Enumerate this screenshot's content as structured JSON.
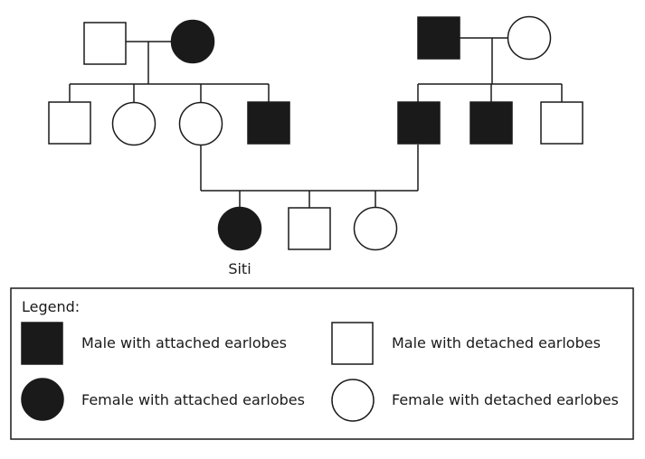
{
  "colors": {
    "affected": "#1a1a1a",
    "unaffected": "#ffffff",
    "stroke": "#1a1a1a"
  },
  "pedigree": {
    "individuals": [
      {
        "id": "gen1-left-male",
        "sex": "male",
        "affected": false
      },
      {
        "id": "gen1-left-female",
        "sex": "female",
        "affected": true
      },
      {
        "id": "gen1-right-male",
        "sex": "male",
        "affected": true
      },
      {
        "id": "gen1-right-female",
        "sex": "female",
        "affected": false
      },
      {
        "id": "gen2-left-male-1",
        "sex": "male",
        "affected": false
      },
      {
        "id": "gen2-left-female-1",
        "sex": "female",
        "affected": false
      },
      {
        "id": "gen2-left-female-2",
        "sex": "female",
        "affected": false
      },
      {
        "id": "gen2-left-male-2",
        "sex": "male",
        "affected": true
      },
      {
        "id": "gen2-right-male-1",
        "sex": "male",
        "affected": true
      },
      {
        "id": "gen2-right-male-2",
        "sex": "male",
        "affected": true
      },
      {
        "id": "gen2-right-male-3",
        "sex": "male",
        "affected": false
      },
      {
        "id": "gen3-female-siti",
        "sex": "female",
        "affected": true
      },
      {
        "id": "gen3-male",
        "sex": "male",
        "affected": false
      },
      {
        "id": "gen3-female",
        "sex": "female",
        "affected": false
      }
    ],
    "siti_label": "Siti"
  },
  "legend": {
    "title": "Legend:",
    "items": [
      {
        "icon": "filled-square-icon",
        "text": "Male with attached earlobes"
      },
      {
        "icon": "empty-square-icon",
        "text": "Male with detached earlobes"
      },
      {
        "icon": "filled-circle-icon",
        "text": "Female with attached earlobes"
      },
      {
        "icon": "empty-circle-icon",
        "text": "Female with detached earlobes"
      }
    ]
  }
}
